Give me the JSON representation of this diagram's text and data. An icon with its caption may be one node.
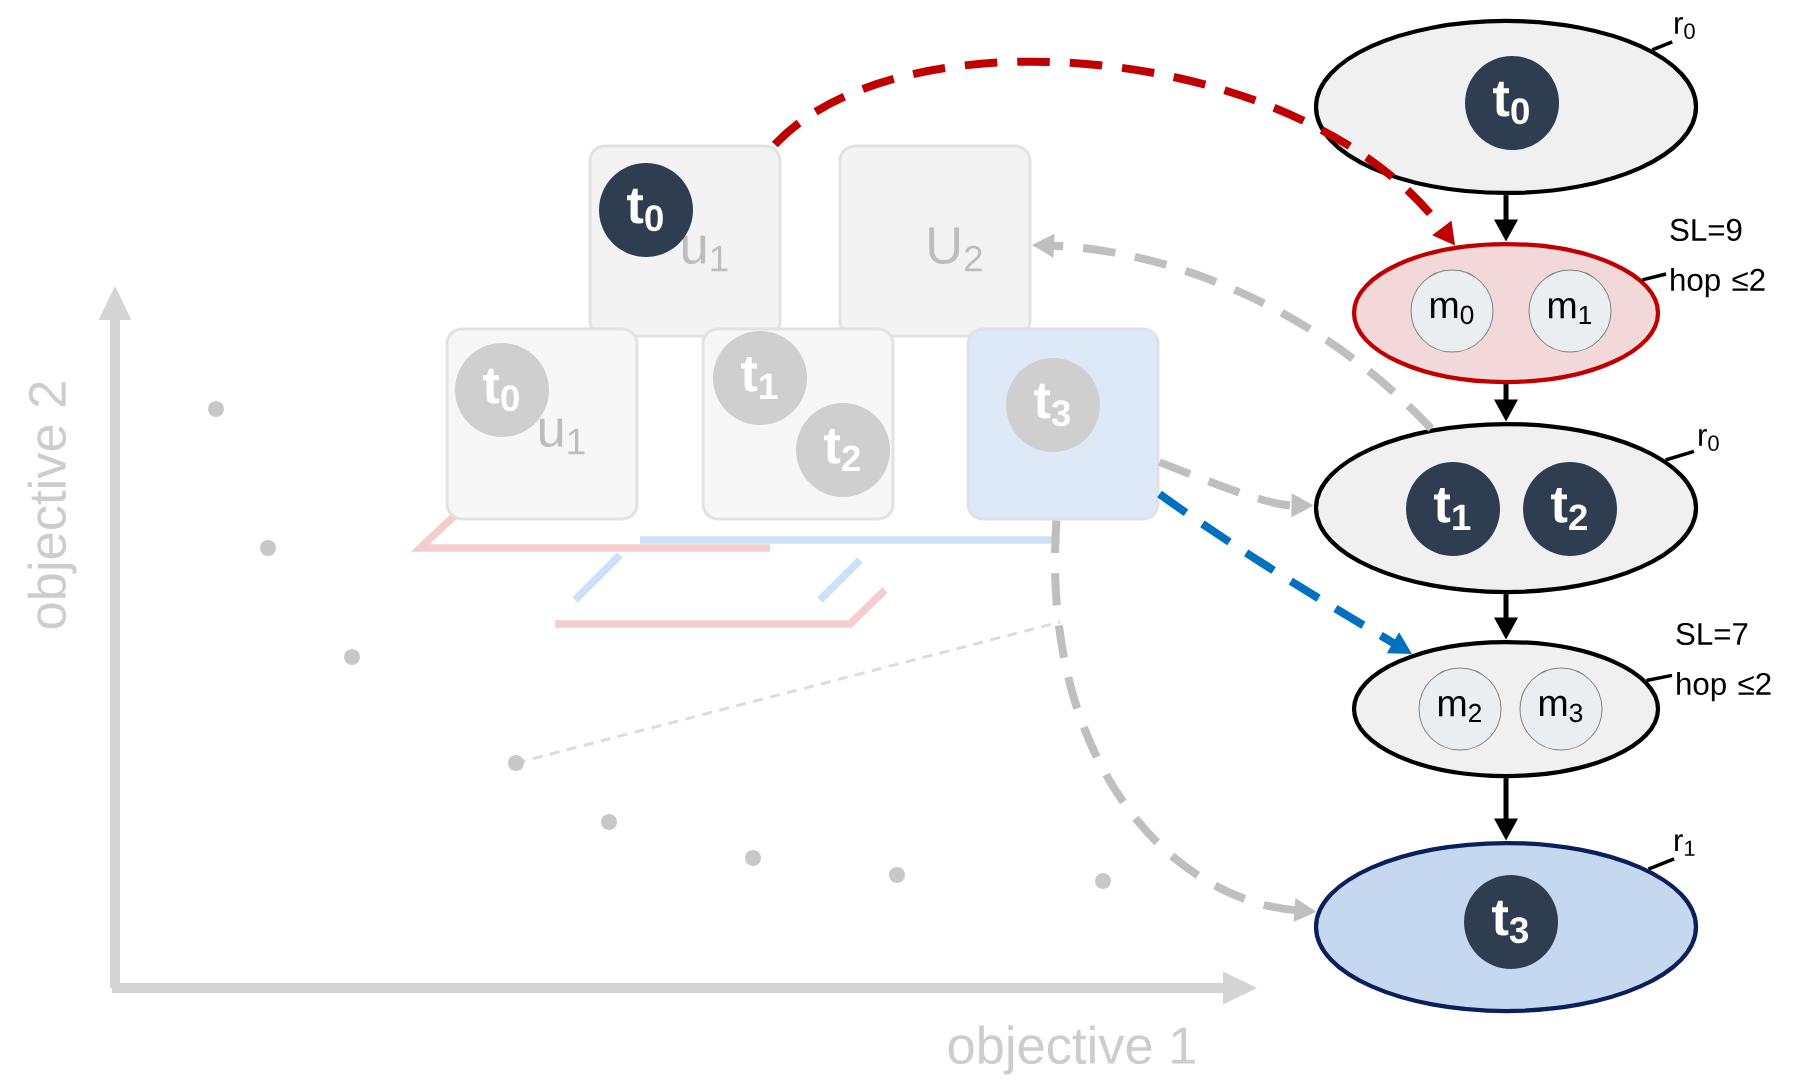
{
  "diagram": {
    "nodes": [
      {
        "text": [],
        "shape": "ellipse"
      },
      {
        "text": [
          "t$_{0}$"
        ],
        "in": 0
      },
      {
        "text": [],
        "shape": "ellipse"
      },
      {
        "text": [
          "m$_{0}$"
        ],
        "in": 2
      },
      {
        "text": [
          "m$_{1}$"
        ],
        "in": 2
      },
      {
        "text": [],
        "shape": "ellipse"
      },
      {
        "text": [
          "t$_{1}$"
        ],
        "in": 5
      },
      {
        "text": [
          "t$_{2}$"
        ],
        "in": 5
      },
      {
        "text": [],
        "shape": "ellipse"
      },
      {
        "text": [
          "m$_{2}$"
        ],
        "in": 8
      },
      {
        "text": [
          "m$_{3}$"
        ],
        "in": 8
      },
      {
        "text": [],
        "shape": "ellipse"
      },
      {
        "text": [
          "t$_{3}$"
        ],
        "in": 11
      },
      {
        "text": [
          "r$_{0}$"
        ]
      },
      {
        "text": [
          "SL=9 hop ≤2"
        ]
      },
      {
        "text": [
          "r$_{0}$"
        ]
      },
      {
        "text": [
          "SL=7 hop ≤2"
        ]
      },
      {
        "text": [
          "r$_{1}$"
        ]
      },
      {
        "text": [
          "u$_{1}$"
        ]
      },
      {
        "text": [
          "t$_{0}$"
        ],
        "in": 18
      },
      {
        "text": [
          "U$_{2}$"
        ]
      },
      {
        "text": [
          "u$_{1}$"
        ]
      },
      {
        "text": [
          "t$_{0}$"
        ],
        "in": 21
      },
      {
        "text": [],
        "shape": "box"
      },
      {
        "text": [
          "t$_{1}$"
        ],
        "in": 23
      },
      {
        "text": [
          "t$_{2}$"
        ],
        "in": 23
      },
      {
        "text": [],
        "shape": "box"
      },
      {
        "text": [
          "t$_{3}$"
        ],
        "in": 26
      }
    ],
    "edges": [
      {
        "from": 0,
        "to": 2,
        "arrow": "to"
      },
      {
        "from": 2,
        "to": 5,
        "arrow": "to"
      },
      {
        "from": 5,
        "to": 8,
        "arrow": "to"
      },
      {
        "from": 8,
        "to": 11,
        "arrow": "to"
      },
      {
        "from": 13,
        "to": 0,
        "arrow": "none"
      },
      {
        "from": 14,
        "to": 2,
        "arrow": "none"
      },
      {
        "from": 15,
        "to": 5,
        "arrow": "none"
      },
      {
        "from": 16,
        "to": 8,
        "arrow": "none"
      },
      {
        "from": 17,
        "to": 11,
        "arrow": "none"
      },
      {
        "from": 18,
        "to": 2,
        "arrow": "to",
        "style": "dashed",
        "color": "#c00000"
      },
      {
        "from": 5,
        "to": 20,
        "arrow": "to",
        "style": "dashed",
        "color": "#bfbfbf"
      },
      {
        "from": 26,
        "to": 5,
        "arrow": "to",
        "style": "dashed",
        "color": "#bfbfbf"
      },
      {
        "from": 26,
        "to": 8,
        "arrow": "to",
        "style": "dashed",
        "color": "#0070c0"
      },
      {
        "from": 26,
        "to": 11,
        "arrow": "to",
        "style": "dashed",
        "color": "#bfbfbf"
      }
    ],
    "labels": [
      "objective 1",
      "objective 2"
    ]
  }
}
